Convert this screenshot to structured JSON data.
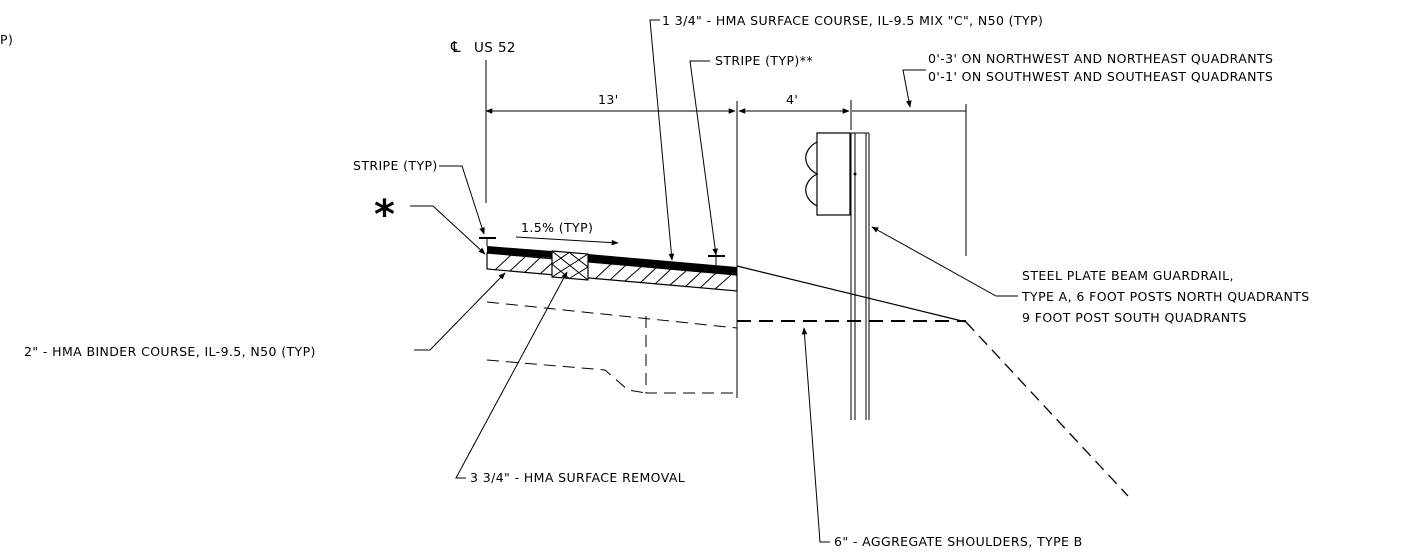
{
  "labels": {
    "edge_fragment": "P)",
    "centerline_symbol": "℄",
    "centerline_route": "US 52",
    "surface_course": "1 3/4\" - HMA SURFACE COURSE, IL-9.5 MIX \"C\", N50 (TYP)",
    "stripe_right": "STRIPE (TYP)**",
    "offset_north": "0'-3' ON NORTHWEST AND NORTHEAST QUADRANTS",
    "offset_south": "0'-1' ON SOUTHWEST AND SOUTHEAST QUADRANTS",
    "dim_lane": "13'",
    "dim_shoulder": "4'",
    "stripe_left": "STRIPE (TYP)",
    "asterisk": "*",
    "slope": "1.5% (TYP)",
    "guardrail_1": "STEEL PLATE BEAM GUARDRAIL,",
    "guardrail_2": "TYPE A, 6 FOOT POSTS NORTH QUADRANTS",
    "guardrail_3": "9 FOOT POST SOUTH QUADRANTS",
    "binder_course": "2\" - HMA BINDER COURSE, IL-9.5, N50 (TYP)",
    "surface_removal": "3 3/4\" - HMA SURFACE REMOVAL",
    "aggregate_shoulders": "6\" - AGGREGATE SHOULDERS, TYPE B"
  },
  "colors": {
    "ink": "#000000",
    "background": "#ffffff"
  }
}
